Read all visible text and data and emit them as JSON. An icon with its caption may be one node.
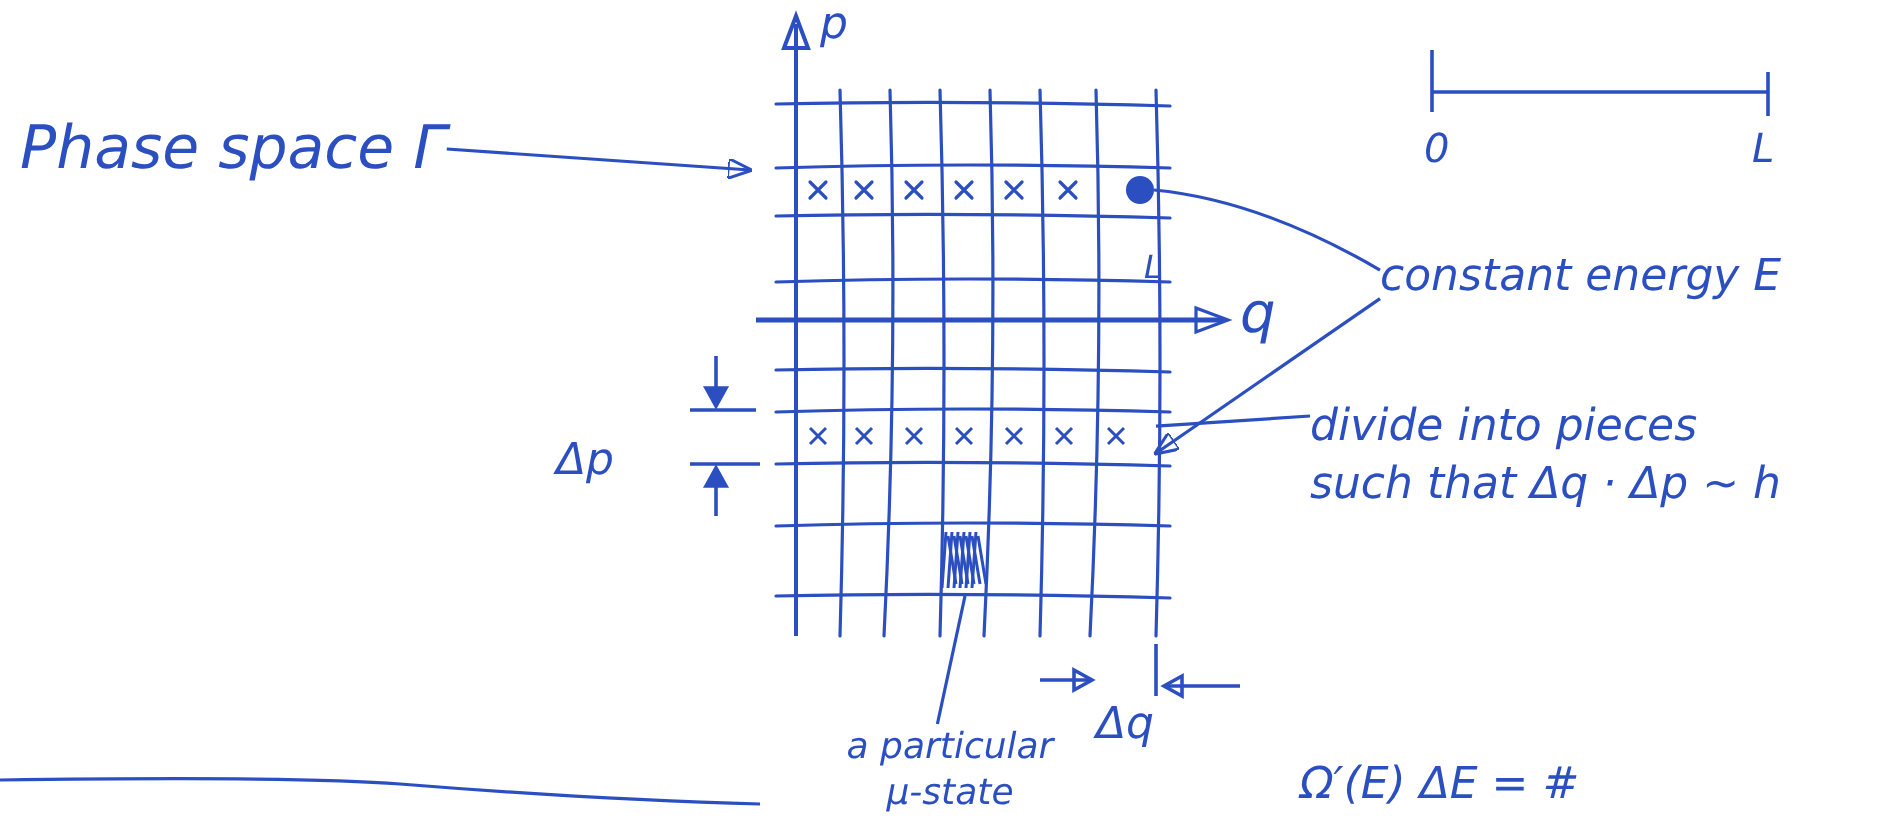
{
  "diagram": {
    "nodes": [
      {
        "text": [
          "Phase space Γ"
        ]
      },
      {
        "text": [],
        "shape": "picture"
      },
      {
        "text": [],
        "shape": "circle",
        "in": 1
      },
      {
        "text": [],
        "shape": "box",
        "in": 1
      },
      {
        "text": [],
        "shape": "box",
        "in": 1
      },
      {
        "text": [
          "constant energy E"
        ]
      },
      {
        "text": [
          "divide into pieces such that Δq · Δp ~ h"
        ]
      },
      {
        "text": [
          "a particular μ-state"
        ]
      }
    ],
    "edges": [
      {
        "from": 0,
        "to": 1,
        "arrow": "to"
      },
      {
        "from": 5,
        "to": 2,
        "arrow": "none"
      },
      {
        "from": 5,
        "to": 3,
        "arrow": "to"
      },
      {
        "from": 6,
        "to": 3,
        "arrow": "none"
      },
      {
        "from": 7,
        "to": 4,
        "arrow": "none"
      }
    ],
    "labels": [
      "p",
      "0",
      "L",
      "L",
      "q",
      "Δp",
      "Δq",
      "Ω′(E) ΔE = #"
    ]
  }
}
